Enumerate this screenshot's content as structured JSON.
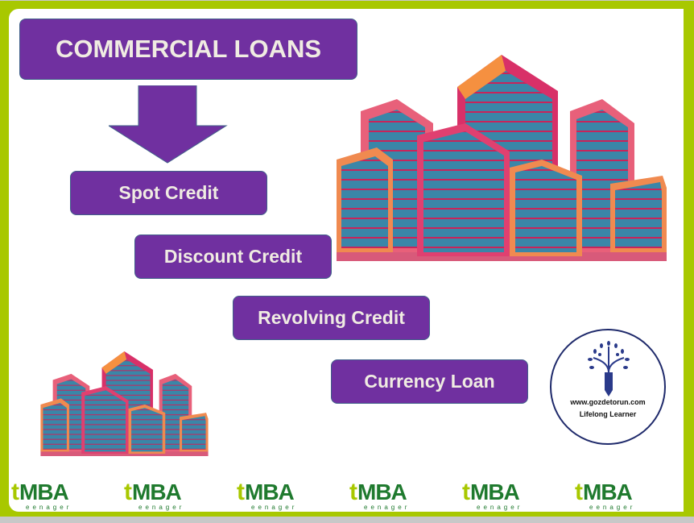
{
  "title": "COMMERCIAL LOANS",
  "items": [
    "Spot Credit",
    "Discount Credit",
    "Revolving Credit",
    "Currency Loan"
  ],
  "logo": {
    "url": "www.gozdetorun.com",
    "tagline": "Lifelong Learner"
  },
  "footer_brand": {
    "t": "t",
    "name": "MBA",
    "sub": "eenager"
  },
  "colors": {
    "purple": "#7030a0",
    "lime": "#a8c800",
    "brand_green": "#1f7a2e"
  }
}
